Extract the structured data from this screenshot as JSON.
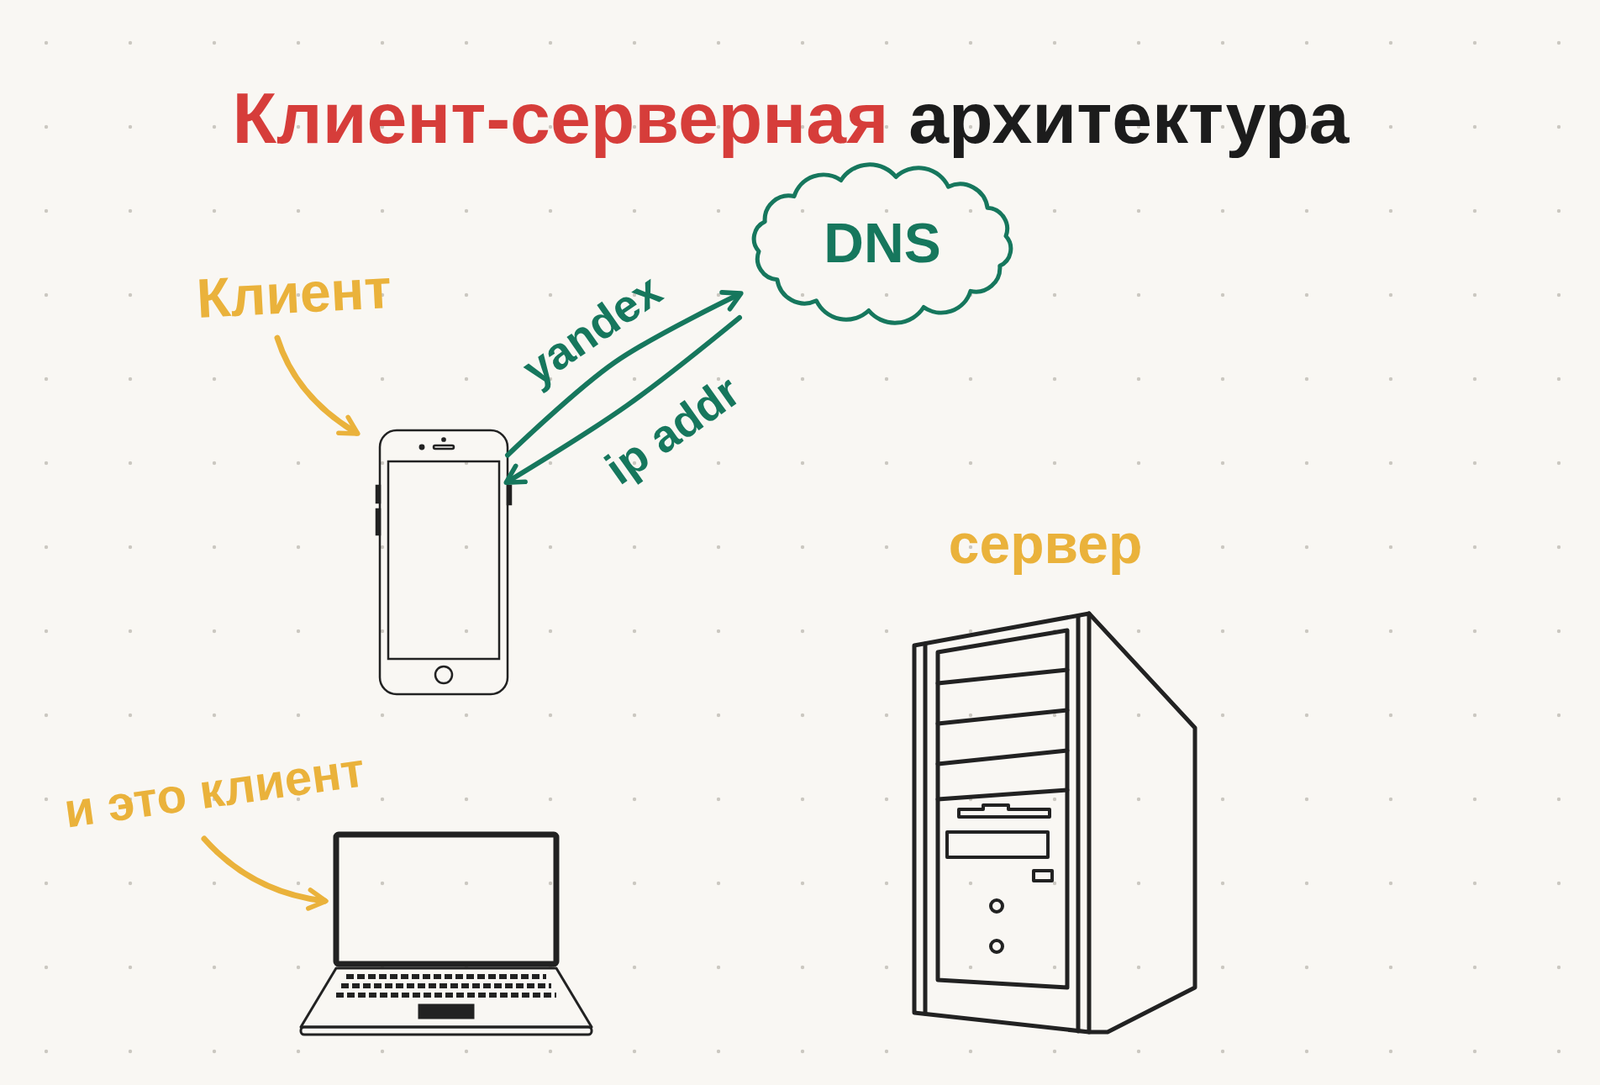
{
  "diagram": {
    "title": "Клиент-серверная архитектура",
    "nodes": [
      {
        "text": [
          "Клиент"
        ]
      },
      {
        "text": [
          "DNS"
        ]
      },
      {
        "text": [
          "сервер"
        ]
      },
      {
        "text": [
          "и это клиент"
        ]
      }
    ],
    "edges": [
      {
        "from": 0,
        "to": 1,
        "label": "yandex",
        "arrow": "to"
      },
      {
        "from": 1,
        "to": 0,
        "label": "ip addr",
        "arrow": "to"
      }
    ]
  }
}
